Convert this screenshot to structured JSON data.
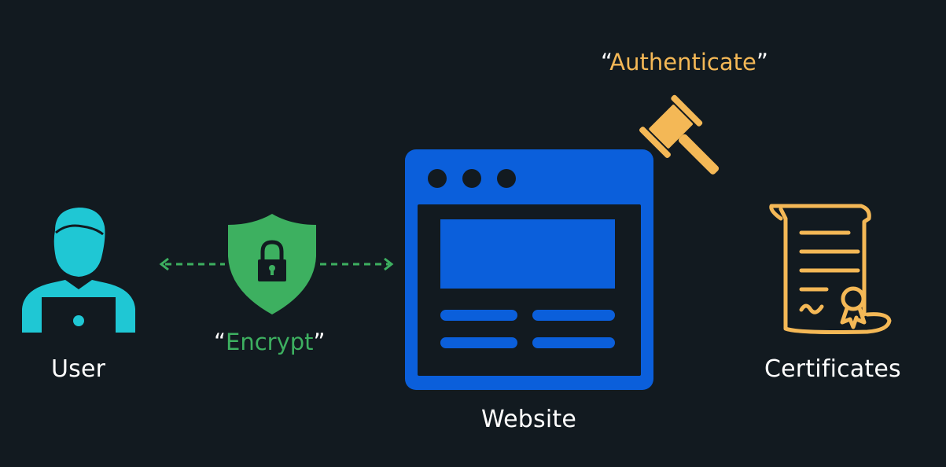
{
  "diagram": {
    "nodes": {
      "user": {
        "label": "User",
        "icon": "user-at-laptop-icon"
      },
      "website": {
        "label": "Website",
        "icon": "browser-window-icon"
      },
      "certificates": {
        "label": "Certificates",
        "icon": "certificate-scroll-icon"
      }
    },
    "actions": {
      "encrypt": {
        "open_quote": "“",
        "text": "Encrypt",
        "close_quote": "”",
        "icon": "shield-lock-icon"
      },
      "authenticate": {
        "open_quote": "“",
        "text": "Authenticate",
        "close_quote": "”",
        "icon": "gavel-icon"
      }
    },
    "connections": [
      {
        "from": "user",
        "to": "website",
        "style": "dashed-bidirectional",
        "via": "encrypt"
      }
    ]
  },
  "colors": {
    "background": "#121a20",
    "user": "#1fc7d4",
    "encrypt": "#3db060",
    "website": "#0b5fdb",
    "authenticate": "#f4b856",
    "text": "#ffffff"
  }
}
